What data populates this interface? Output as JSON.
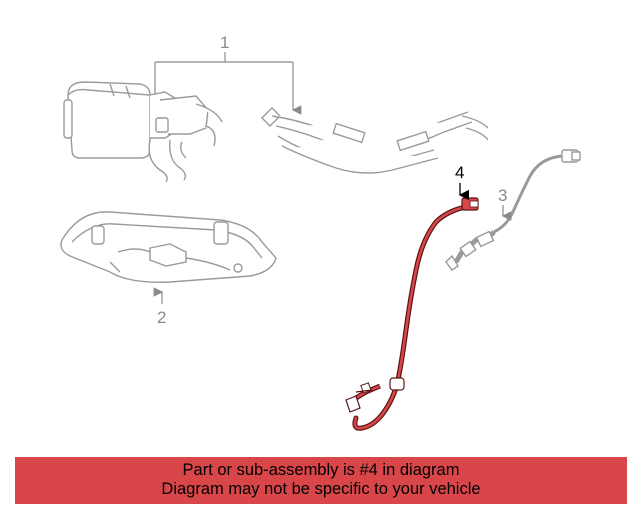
{
  "callouts": {
    "c1": "1",
    "c2": "2",
    "c3": "3",
    "c4": "4"
  },
  "banner": {
    "line1": "Part or sub-assembly is #4 in diagram",
    "line2": "Diagram may not be specific to your vehicle"
  },
  "colors": {
    "highlight_part": "#d9464a",
    "banner_bg": "#d9464a",
    "line_art": "#9a9a9a",
    "active_callout": "#000000"
  },
  "icons": [
    "charcoal-canister-icon",
    "vapor-hose-icon",
    "skid-plate-icon",
    "oxygen-sensor-icon"
  ]
}
